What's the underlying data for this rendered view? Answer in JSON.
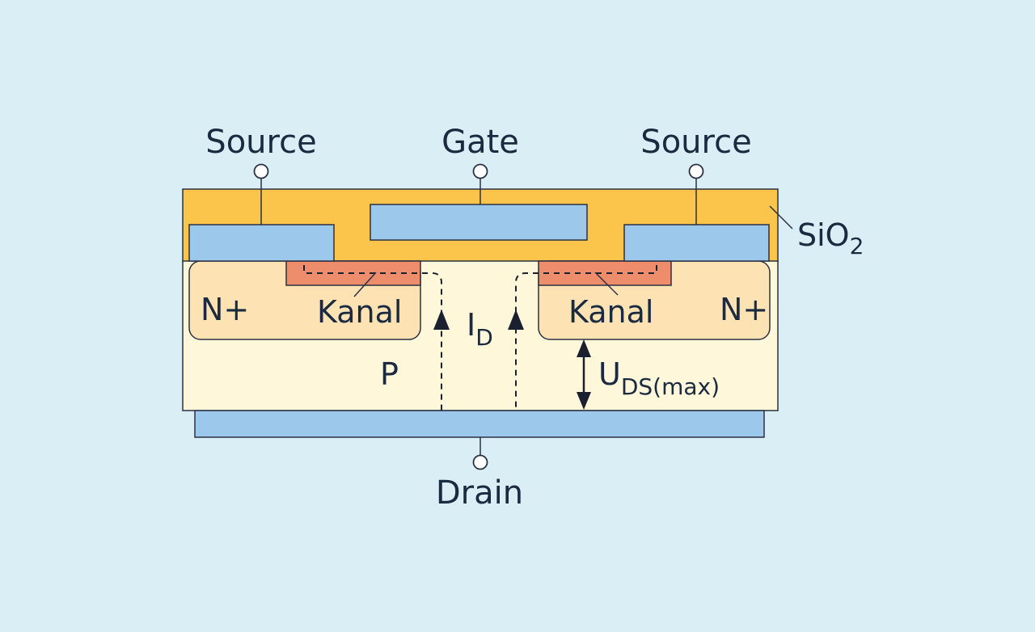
{
  "colors": {
    "background": "#daeef5",
    "oxide": "#fbc54c",
    "metal": "#9cc8ec",
    "substrate": "#fff7d9",
    "n_region": "#fde2b4",
    "channel": "#ee8d6c",
    "stroke": "#2b3142"
  },
  "labels": {
    "source_left": "Source",
    "gate": "Gate",
    "source_right": "Source",
    "drain": "Drain",
    "oxide_main": "SiO",
    "oxide_sub": "2",
    "n_left": "N+",
    "n_right": "N+",
    "kanal_left": "Kanal",
    "kanal_right": "Kanal",
    "p_region": "P",
    "current_main": "I",
    "current_sub": "D",
    "voltage_main": "U",
    "voltage_sub": "DS(max)"
  }
}
